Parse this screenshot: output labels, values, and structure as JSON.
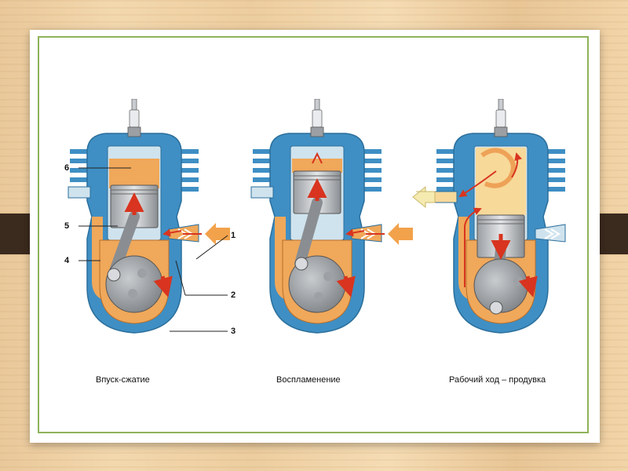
{
  "callouts": [
    "6",
    "5",
    "4",
    "1",
    "2",
    "3"
  ],
  "captions": [
    "Впуск-сжатие",
    "Воспламенение",
    "Рабочий ход – продувка"
  ],
  "colors": {
    "water_jacket": "#3f8fc4",
    "cylinder_wall": "#cfe3ee",
    "charge_gas": "#f0a85a",
    "hot_gas": "#f7d99a",
    "exhaust_arrow": "#f5eab0",
    "flow_arrow": "#d8341f",
    "intake_arrow": "#f2a24b",
    "metal": "#8e9296"
  }
}
